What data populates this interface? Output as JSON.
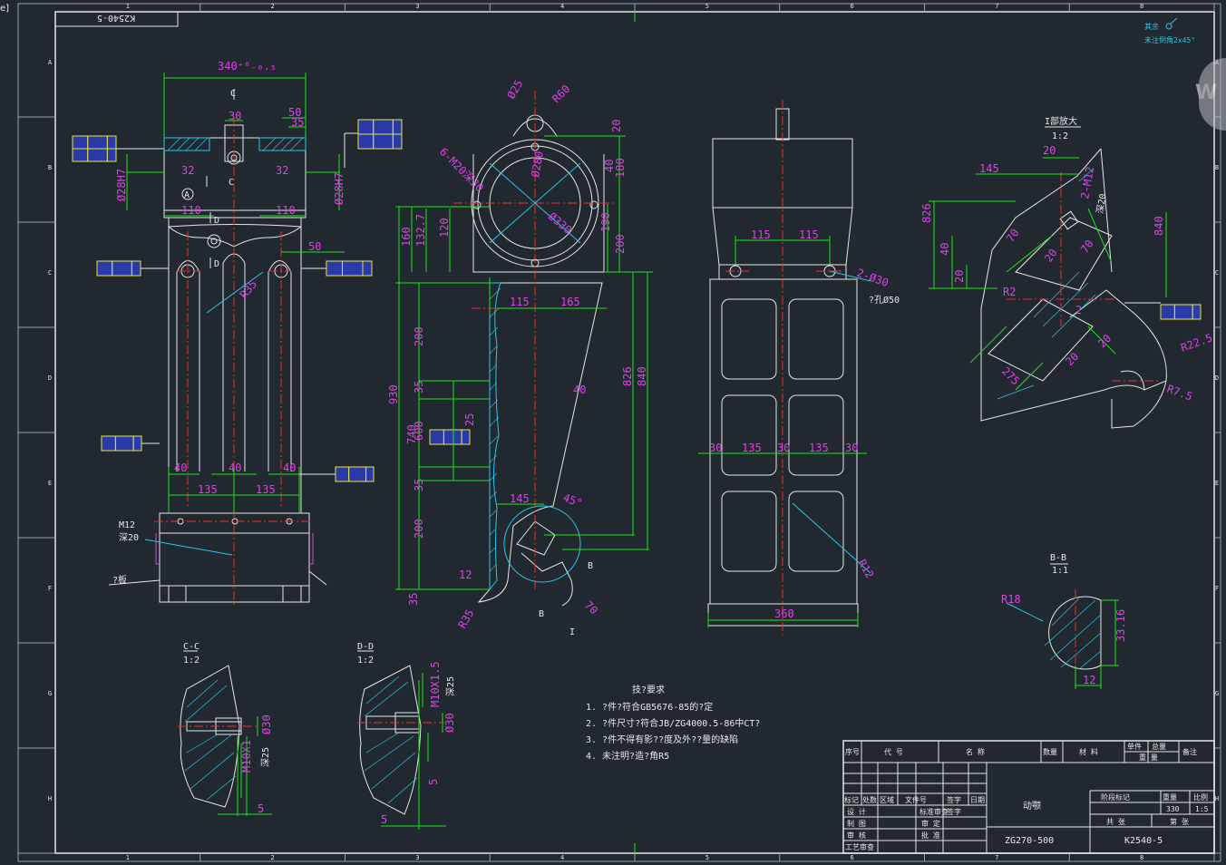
{
  "corner_label": "e]",
  "watermark": "W",
  "colors": {
    "background": "#212830",
    "outline": "#e6e6e6",
    "dimension": "#19e619",
    "dim_text": "#e040e8",
    "center": "#e63030",
    "hatch": "#27c8e6",
    "tag": "#e6e640",
    "tag_fill": "#2a3aa8"
  },
  "frame": {
    "top_numbers": [
      "1",
      "2",
      "3",
      "4",
      "5",
      "6",
      "7",
      "8"
    ],
    "side_letters": [
      "A",
      "B",
      "C",
      "D",
      "E",
      "F",
      "G",
      "H"
    ]
  },
  "drawing_no_stamp": "K2540-5",
  "corner_note": {
    "line1": "其余",
    "line2": "未注倒角2x45°"
  },
  "front_view": {
    "dims": {
      "top_width": "340⁺⁰₋₀.₅",
      "slot_30": "30",
      "right_50": "50",
      "right_35": "35",
      "width_110_l": "110",
      "width_110_r": "110",
      "offset_50": "50",
      "r35": "R35",
      "bot_40_a": "40",
      "bot_40_b": "40",
      "bot_40_c": "40",
      "bot_135_a": "135",
      "bot_135_b": "135",
      "dia_l": "Ø28H7",
      "dia_r": "Ø28H7",
      "small_l": "32",
      "small_r": "32"
    },
    "labels": {
      "cut_c_top": "C",
      "cut_c_mid": "C",
      "cut_d_top": "D",
      "cut_d_mid": "D",
      "datum_a": "A",
      "thread_m12": "M12",
      "thread_depth": "深20",
      "plate": "?板"
    }
  },
  "side_view": {
    "dims": {
      "d25": "Ø25",
      "r60": "R60",
      "d280": "Ø280",
      "d330": "Ø330",
      "hole_note": "6-M20深30",
      "d20": "20",
      "d180": "180",
      "d40": "40",
      "d190": "190",
      "d200_top": "200",
      "d160": "160",
      "d132": "132.7",
      "d120": "120",
      "d115": "115",
      "d165": "165",
      "d200_a": "200",
      "d35_a": "35",
      "d930": "930",
      "d740": "740",
      "d600": "600",
      "d35_b": "35",
      "d200_b": "200",
      "d35_c": "35",
      "d826": "826",
      "d840": "840",
      "d40_mid": "40",
      "d145": "145",
      "d45deg": "45°",
      "d70": "70",
      "r35": "R35",
      "d25_mid": "25",
      "d12": "12"
    },
    "labels": {
      "section_b_top": "B",
      "section_b_bot": "B",
      "leader_i": "I"
    }
  },
  "rear_view": {
    "dims": {
      "d115_l": "115",
      "d115_r": "115",
      "holes": "2-Ø30",
      "counterbore": "?孔Ø50",
      "d30_a": "30",
      "d135_a": "135",
      "d30_b": "30",
      "d135_b": "135",
      "d30_c": "30",
      "r12": "R12",
      "d360": "360"
    }
  },
  "detail_i": {
    "title": "I部放大",
    "scale": "1:2",
    "dims": {
      "d20_top": "20",
      "d145": "145",
      "hole": "2-M12",
      "depth": "深20",
      "d826": "826",
      "d840": "840",
      "d40": "40",
      "d20_a": "20",
      "d70_a": "70",
      "d20_b": "20",
      "d70_b": "70",
      "r2": "R2",
      "d2": "2",
      "d275": "275",
      "d20_c": "20",
      "d20_d": "20",
      "r225": "R22.5",
      "r75": "R7.5"
    }
  },
  "section_bb": {
    "title": "B-B",
    "scale": "1:1",
    "dims": {
      "r18": "R18",
      "d3316": "33.16",
      "d12": "12"
    }
  },
  "section_cc": {
    "title": "C-C",
    "scale": "1:2",
    "dims": {
      "thread": "M10X1",
      "depth": "深25",
      "dia": "Ø30",
      "d5": "5"
    }
  },
  "section_dd": {
    "title": "D-D",
    "scale": "1:2",
    "dims": {
      "thread": "M10X1.5",
      "depth": "深25",
      "dia": "Ø30",
      "d5": "5",
      "d1": "5"
    }
  },
  "tech_req": {
    "title": "技?要求",
    "items": [
      "1. ?件?符合GB5676-85的?定",
      "2. ?件尺寸?符合JB/ZG4000.5-86中CT?",
      "3. ?件不得有影??度及外??量的缺陷",
      "4. 未注明?造?角R5"
    ]
  },
  "title_block": {
    "header": [
      "序号",
      "代  号",
      "名      称",
      "数量",
      "材  料",
      "单件",
      "总量",
      "备注"
    ],
    "header_sub": "重  量",
    "rev_labels": [
      "标记",
      "处数",
      "区域",
      "文件号",
      "签字",
      "日期"
    ],
    "role_labels": [
      "设  计",
      "制  图",
      "审  核",
      "工艺审查"
    ],
    "std_labels": [
      "标准审查",
      "审  定",
      "批  准"
    ],
    "sign_col": "签字",
    "part_name": "动颚",
    "stage_labels": [
      "阶段标记",
      "重量",
      "比例"
    ],
    "weight": "330",
    "scale": "1:5",
    "sheet_total": "共  张",
    "sheet_no": "第  张",
    "material": "ZG270-500",
    "drawing_no": "K2540-5"
  }
}
